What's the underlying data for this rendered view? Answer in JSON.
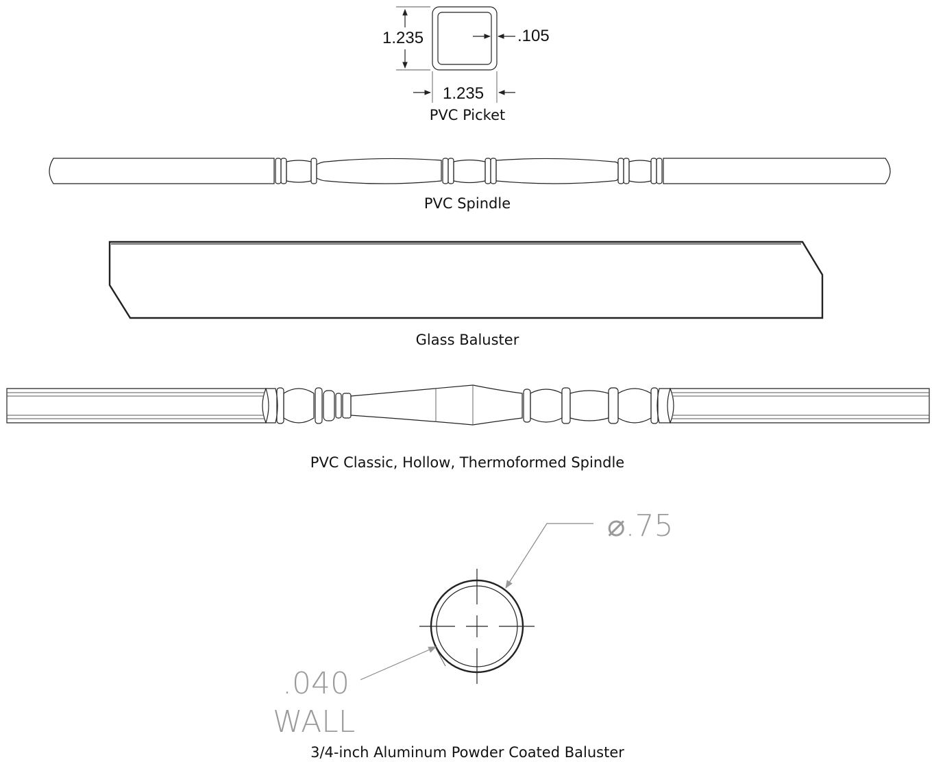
{
  "picket": {
    "height_label": "1.235",
    "width_label": "1.235",
    "wall_label": ".105",
    "caption": "PVC Picket"
  },
  "spindle": {
    "caption": "PVC Spindle"
  },
  "glass": {
    "caption": "Glass Baluster"
  },
  "classic": {
    "caption": "PVC Classic, Hollow, Thermoformed Spindle"
  },
  "aluminum": {
    "diameter_label": "⌀.75",
    "wall_value": ".040",
    "wall_word": "WALL",
    "caption": "3/4-inch Aluminum Powder Coated Baluster"
  }
}
